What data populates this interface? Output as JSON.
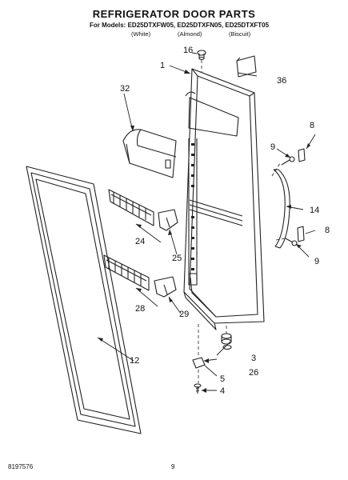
{
  "header": {
    "title": "REFRIGERATOR DOOR PARTS",
    "for_models_prefix": "For Models:",
    "models": "ED25DTXFW05, ED25DTXFN05, ED25DTXFT05",
    "variants": [
      "(White)",
      "(Almond)",
      "(Biscuit)"
    ]
  },
  "callouts": {
    "p1": "1",
    "p3": "3",
    "p4": "4",
    "p5": "5",
    "p8a": "8",
    "p8b": "8",
    "p9a": "9",
    "p9b": "9",
    "p12": "12",
    "p14": "14",
    "p16": "16",
    "p24": "24",
    "p25": "25",
    "p26": "26",
    "p28": "28",
    "p29": "29",
    "p32": "32",
    "p36": "36"
  },
  "footer": {
    "doc_number": "8197576",
    "page_number": "9"
  }
}
